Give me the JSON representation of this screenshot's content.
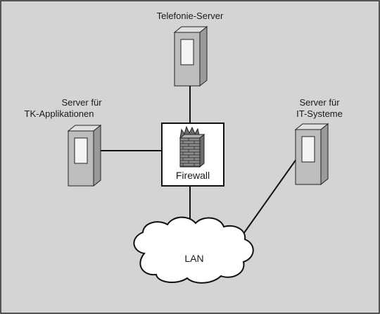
{
  "diagram": {
    "colors": {
      "background": "#d4d4d4",
      "frame": "#222222",
      "line": "#111111",
      "server_body": "#bdbdbd",
      "server_side": "#9a9a9a",
      "server_face": "#f4f4f4",
      "cloud_fill": "#ffffff",
      "firewall_box": "#ffffff",
      "brick": "#8c8c8c"
    },
    "nodes": {
      "telefonie_server": {
        "label": "Telefonie-Server",
        "icon": "server-tower-icon"
      },
      "tk_server": {
        "label_line1": "Server für",
        "label_line2": "TK-Applikationen",
        "icon": "server-tower-icon"
      },
      "it_server": {
        "label_line1": "Server für",
        "label_line2": "IT-Systeme",
        "icon": "server-tower-icon"
      },
      "firewall": {
        "label": "Firewall",
        "icon": "brick-wall-fire-icon"
      },
      "lan": {
        "label": "LAN",
        "icon": "cloud-icon"
      }
    },
    "connections": [
      {
        "from": "telefonie_server",
        "to": "firewall"
      },
      {
        "from": "tk_server",
        "to": "firewall"
      },
      {
        "from": "firewall",
        "to": "lan"
      },
      {
        "from": "it_server",
        "to": "lan"
      }
    ]
  }
}
